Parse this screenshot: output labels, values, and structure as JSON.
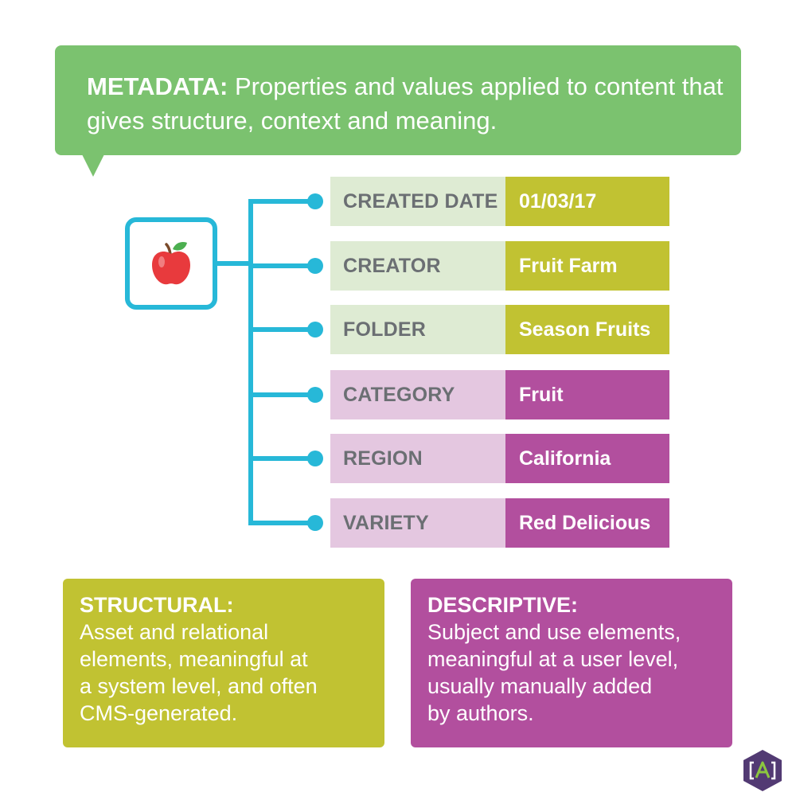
{
  "colors": {
    "callout_bg": "#7bc26f",
    "connector": "#27b8d8",
    "structural_key_bg": "#deebd3",
    "structural_val_bg": "#c1c232",
    "descriptive_key_bg": "#e4c7e0",
    "descriptive_val_bg": "#b24f9e",
    "key_text": "#6b6f73",
    "apple_red": "#e83a3d",
    "leaf_green": "#4caf50",
    "logo_bg": "#523a73",
    "logo_accent": "#8cc63f"
  },
  "definition": {
    "term": "METADATA:",
    "text": " Properties and values applied to content that gives structure, context and meaning."
  },
  "asset": {
    "icon": "apple-icon"
  },
  "rows": [
    {
      "key": "CREATED DATE",
      "value": "01/03/17",
      "group": "structural"
    },
    {
      "key": "CREATOR",
      "value": "Fruit Farm",
      "group": "structural"
    },
    {
      "key": "FOLDER",
      "value": "Season Fruits",
      "group": "structural"
    },
    {
      "key": "CATEGORY",
      "value": "Fruit",
      "group": "descriptive"
    },
    {
      "key": "REGION",
      "value": "California",
      "group": "descriptive"
    },
    {
      "key": "VARIETY",
      "value": "Red Delicious",
      "group": "descriptive"
    }
  ],
  "structural": {
    "title": "STRUCTURAL:",
    "body": "Asset and relational\nelements, meaningful at\na system level, and often\nCMS-generated."
  },
  "descriptive": {
    "title": "DESCRIPTIVE:",
    "body": "Subject and use elements,\nmeaningful at a user level,\nusually manually added\nby authors."
  },
  "logo": {
    "icon": "bracket-a-logo-icon",
    "text": "[A]"
  }
}
